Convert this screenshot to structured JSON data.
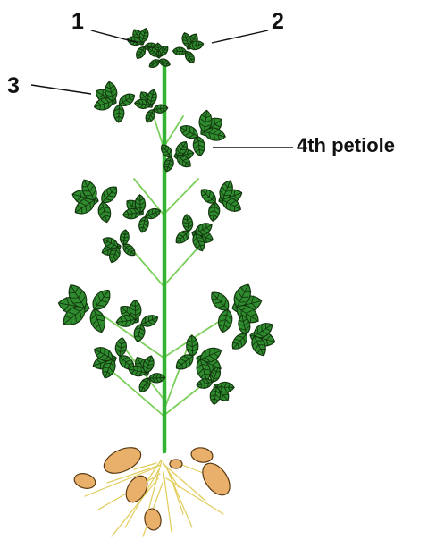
{
  "labels": {
    "leaf_1": "1",
    "leaf_2": "2",
    "leaf_3": "3",
    "petiole": "4th petiole"
  },
  "colors": {
    "leaf_fill": "#2e8b2e",
    "leaf_outline": "#14360f",
    "stem": "#33b233",
    "petiole": "#7ccf5c",
    "root": "#e2cc5a",
    "tuber_fill": "#e8b06a",
    "tuber_outline": "#5a3a12",
    "callout_line": "#111111"
  }
}
